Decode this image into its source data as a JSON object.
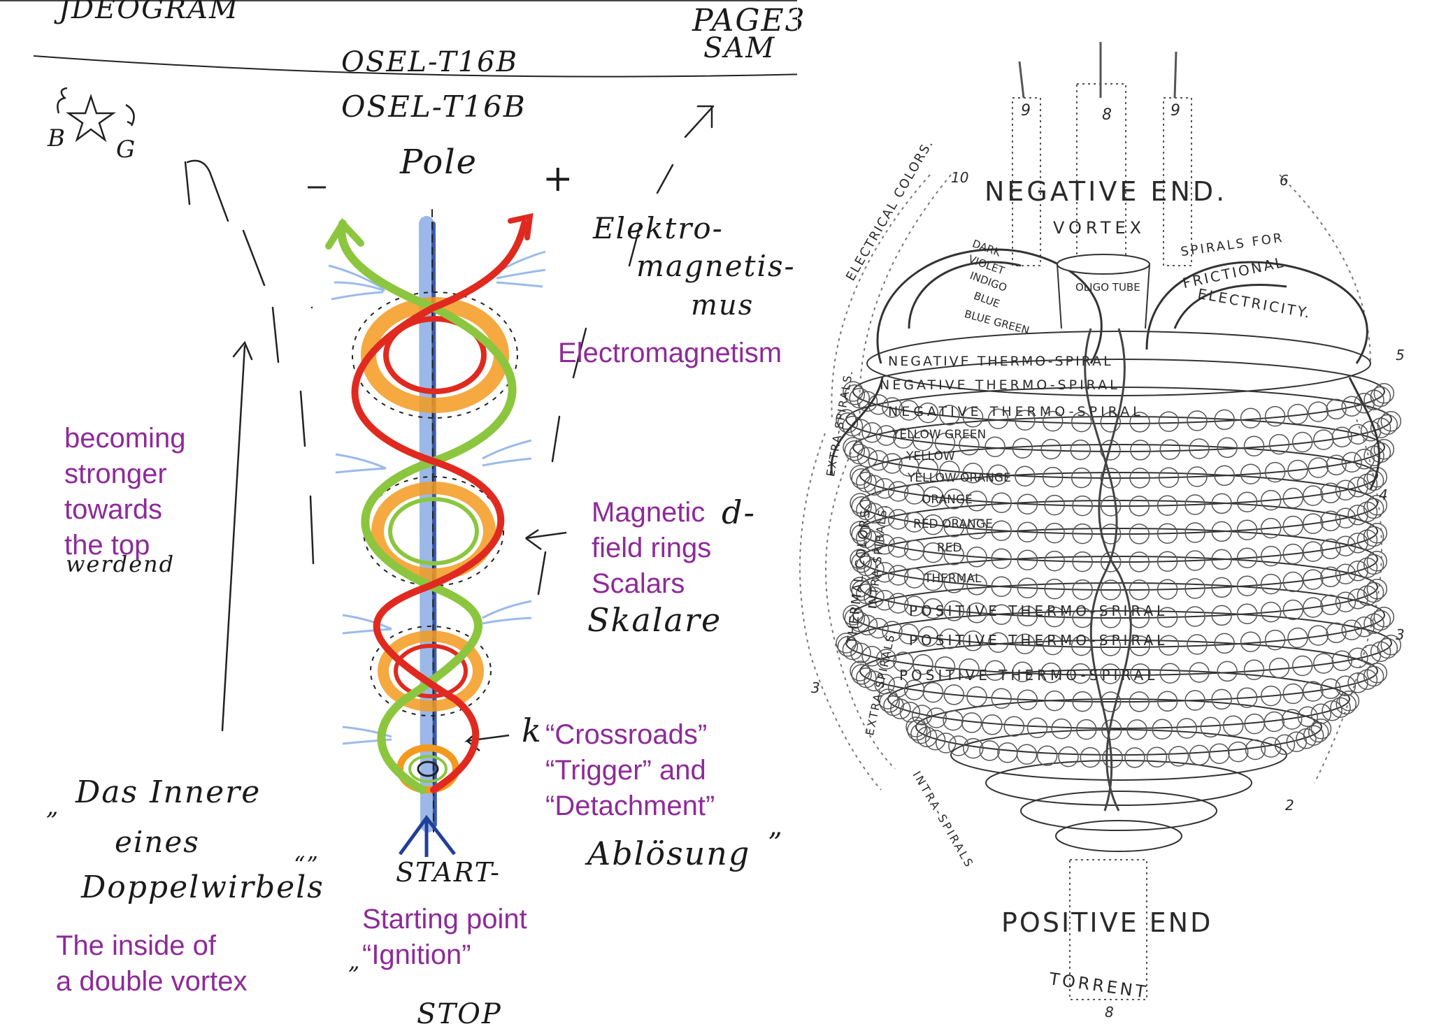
{
  "left_sketch": {
    "header": {
      "ideogram": "JDEOGRAM",
      "page": "PAGE3",
      "sam": "SAM",
      "code_top": "OSEL-T16B",
      "code_second": "OSEL-T16B"
    },
    "pole_label": "Pole",
    "minus_sign": "-",
    "plus_sign": "+",
    "corner_letter_b": "B",
    "corner_letter_g": "G",
    "handwritten": {
      "elektro_line1": "Elektro-",
      "elektro_line2": "magnetis-",
      "elektro_line3": "mus",
      "skalare": "Skalare",
      "magnetic_fragment": "d-",
      "ablosung": "Ablösung",
      "ablosung_close_quote": "”",
      "inner_line1": "Das Innere",
      "inner_line2": "eines",
      "inner_line3": "Doppelwirbels",
      "inner_close_quote": "“”",
      "inner_open_quote": "„",
      "starting_open_quote": "„",
      "start": "START-",
      "stop": "STOP",
      "werdend": "werdend",
      "crossroads_fragment": "k"
    },
    "translations": {
      "electromagnetism": "Electromagnetism",
      "becoming_stronger": [
        "becoming",
        "stronger",
        "towards",
        "the top"
      ],
      "magnetic_field_rings": [
        "Magnetic",
        "field rings",
        "Scalars"
      ],
      "crossroads": [
        "“Crossroads”",
        "“Trigger” and",
        "“Detachment”"
      ],
      "starting_point": [
        "Starting point",
        "“Ignition”"
      ],
      "inner_double_vortex": [
        "The inside of",
        "a double vortex"
      ]
    }
  },
  "right_engraving": {
    "negative_end": "NEGATIVE END.",
    "vortex": "VORTEX",
    "oligo_tube": "OLIGO TUBE",
    "electrical_colors": "ELECTRICAL COLORS.",
    "spirals_for": "SPIRALS FOR",
    "frictional": "FRICTIONAL",
    "electricity": "ELECTRICITY.",
    "thermal_colors": "THERMAL COLORS.",
    "intra_spirals_side": "INTRA-SPIRALS.",
    "extra_spirals_side": "EXTRA-SPIRALS.",
    "extra_spirals_top": "EXTRA-SPIRALS.",
    "intra_spirals_bottom": "INTRA-SPIRALS",
    "positive_end": "POSITIVE END",
    "torrent": "TORRENT",
    "color_bands": [
      "DARK",
      "VIOLET",
      "INDIGO",
      "BLUE",
      "BLUE GREEN",
      "YELLOW GREEN",
      "YELLOW",
      "YELLOW ORANGE",
      "ORANGE",
      "RED ORANGE",
      "RED",
      "THERMAL"
    ],
    "spiral_labels": [
      "NEGATIVE THERMO-SPIRAL",
      "NEGATIVE THERMO-SPIRAL",
      "NEGATIVE THERMO-SPIRAL",
      "POSITIVE THERMO-SPIRAL",
      "POSITIVE THERMO-SPIRAL",
      "POSITIVE THERMO-SPIRAL"
    ],
    "ray_numbers": [
      "9",
      "8",
      "9",
      "10",
      "6",
      "5",
      "4",
      "3",
      "3",
      "2",
      "8"
    ]
  },
  "colors": {
    "annotation_purple": "#8e2a99",
    "helix_red": "#e02a1f",
    "helix_green": "#8cc63f",
    "ring_orange": "#f39a1e",
    "axis_blue": "#4b7fd6"
  }
}
